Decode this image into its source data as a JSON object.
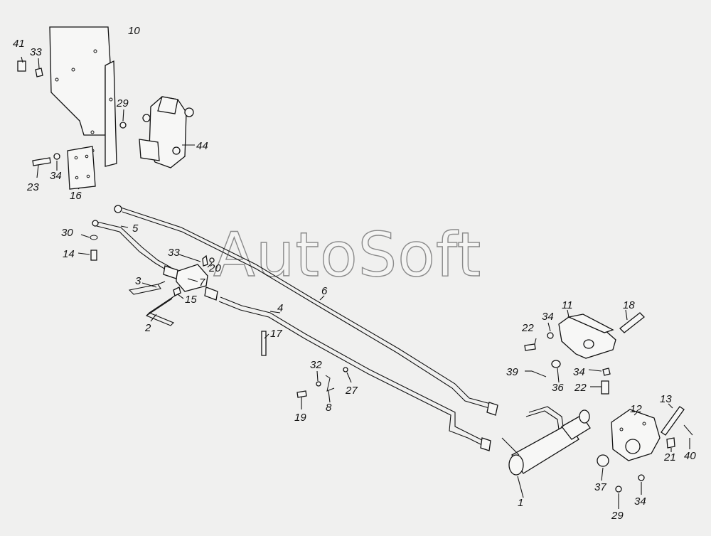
{
  "watermark": "AutoSoft",
  "callouts": [
    {
      "id": "n1",
      "text": "1"
    },
    {
      "id": "n2",
      "text": "2"
    },
    {
      "id": "n3",
      "text": "3"
    },
    {
      "id": "n4",
      "text": "4"
    },
    {
      "id": "n5",
      "text": "5"
    },
    {
      "id": "n6",
      "text": "6"
    },
    {
      "id": "n7",
      "text": "7"
    },
    {
      "id": "n8",
      "text": "8"
    },
    {
      "id": "n10",
      "text": "10"
    },
    {
      "id": "n11",
      "text": "11"
    },
    {
      "id": "n12",
      "text": "12"
    },
    {
      "id": "n13",
      "text": "13"
    },
    {
      "id": "n14",
      "text": "14"
    },
    {
      "id": "n15",
      "text": "15"
    },
    {
      "id": "n16",
      "text": "16"
    },
    {
      "id": "n17",
      "text": "17"
    },
    {
      "id": "n18",
      "text": "18"
    },
    {
      "id": "n19",
      "text": "19"
    },
    {
      "id": "n20",
      "text": "20"
    },
    {
      "id": "n21",
      "text": "21"
    },
    {
      "id": "n22a",
      "text": "22"
    },
    {
      "id": "n22b",
      "text": "22"
    },
    {
      "id": "n23",
      "text": "23"
    },
    {
      "id": "n27",
      "text": "27"
    },
    {
      "id": "n29a",
      "text": "29"
    },
    {
      "id": "n29b",
      "text": "29"
    },
    {
      "id": "n30",
      "text": "30"
    },
    {
      "id": "n32",
      "text": "32"
    },
    {
      "id": "n33a",
      "text": "33"
    },
    {
      "id": "n33b",
      "text": "33"
    },
    {
      "id": "n34a",
      "text": "34"
    },
    {
      "id": "n34b",
      "text": "34"
    },
    {
      "id": "n34c",
      "text": "34"
    },
    {
      "id": "n34d",
      "text": "34"
    },
    {
      "id": "n36",
      "text": "36"
    },
    {
      "id": "n37",
      "text": "37"
    },
    {
      "id": "n39",
      "text": "39"
    },
    {
      "id": "n40",
      "text": "40"
    },
    {
      "id": "n41",
      "text": "41"
    },
    {
      "id": "n44",
      "text": "44"
    }
  ]
}
